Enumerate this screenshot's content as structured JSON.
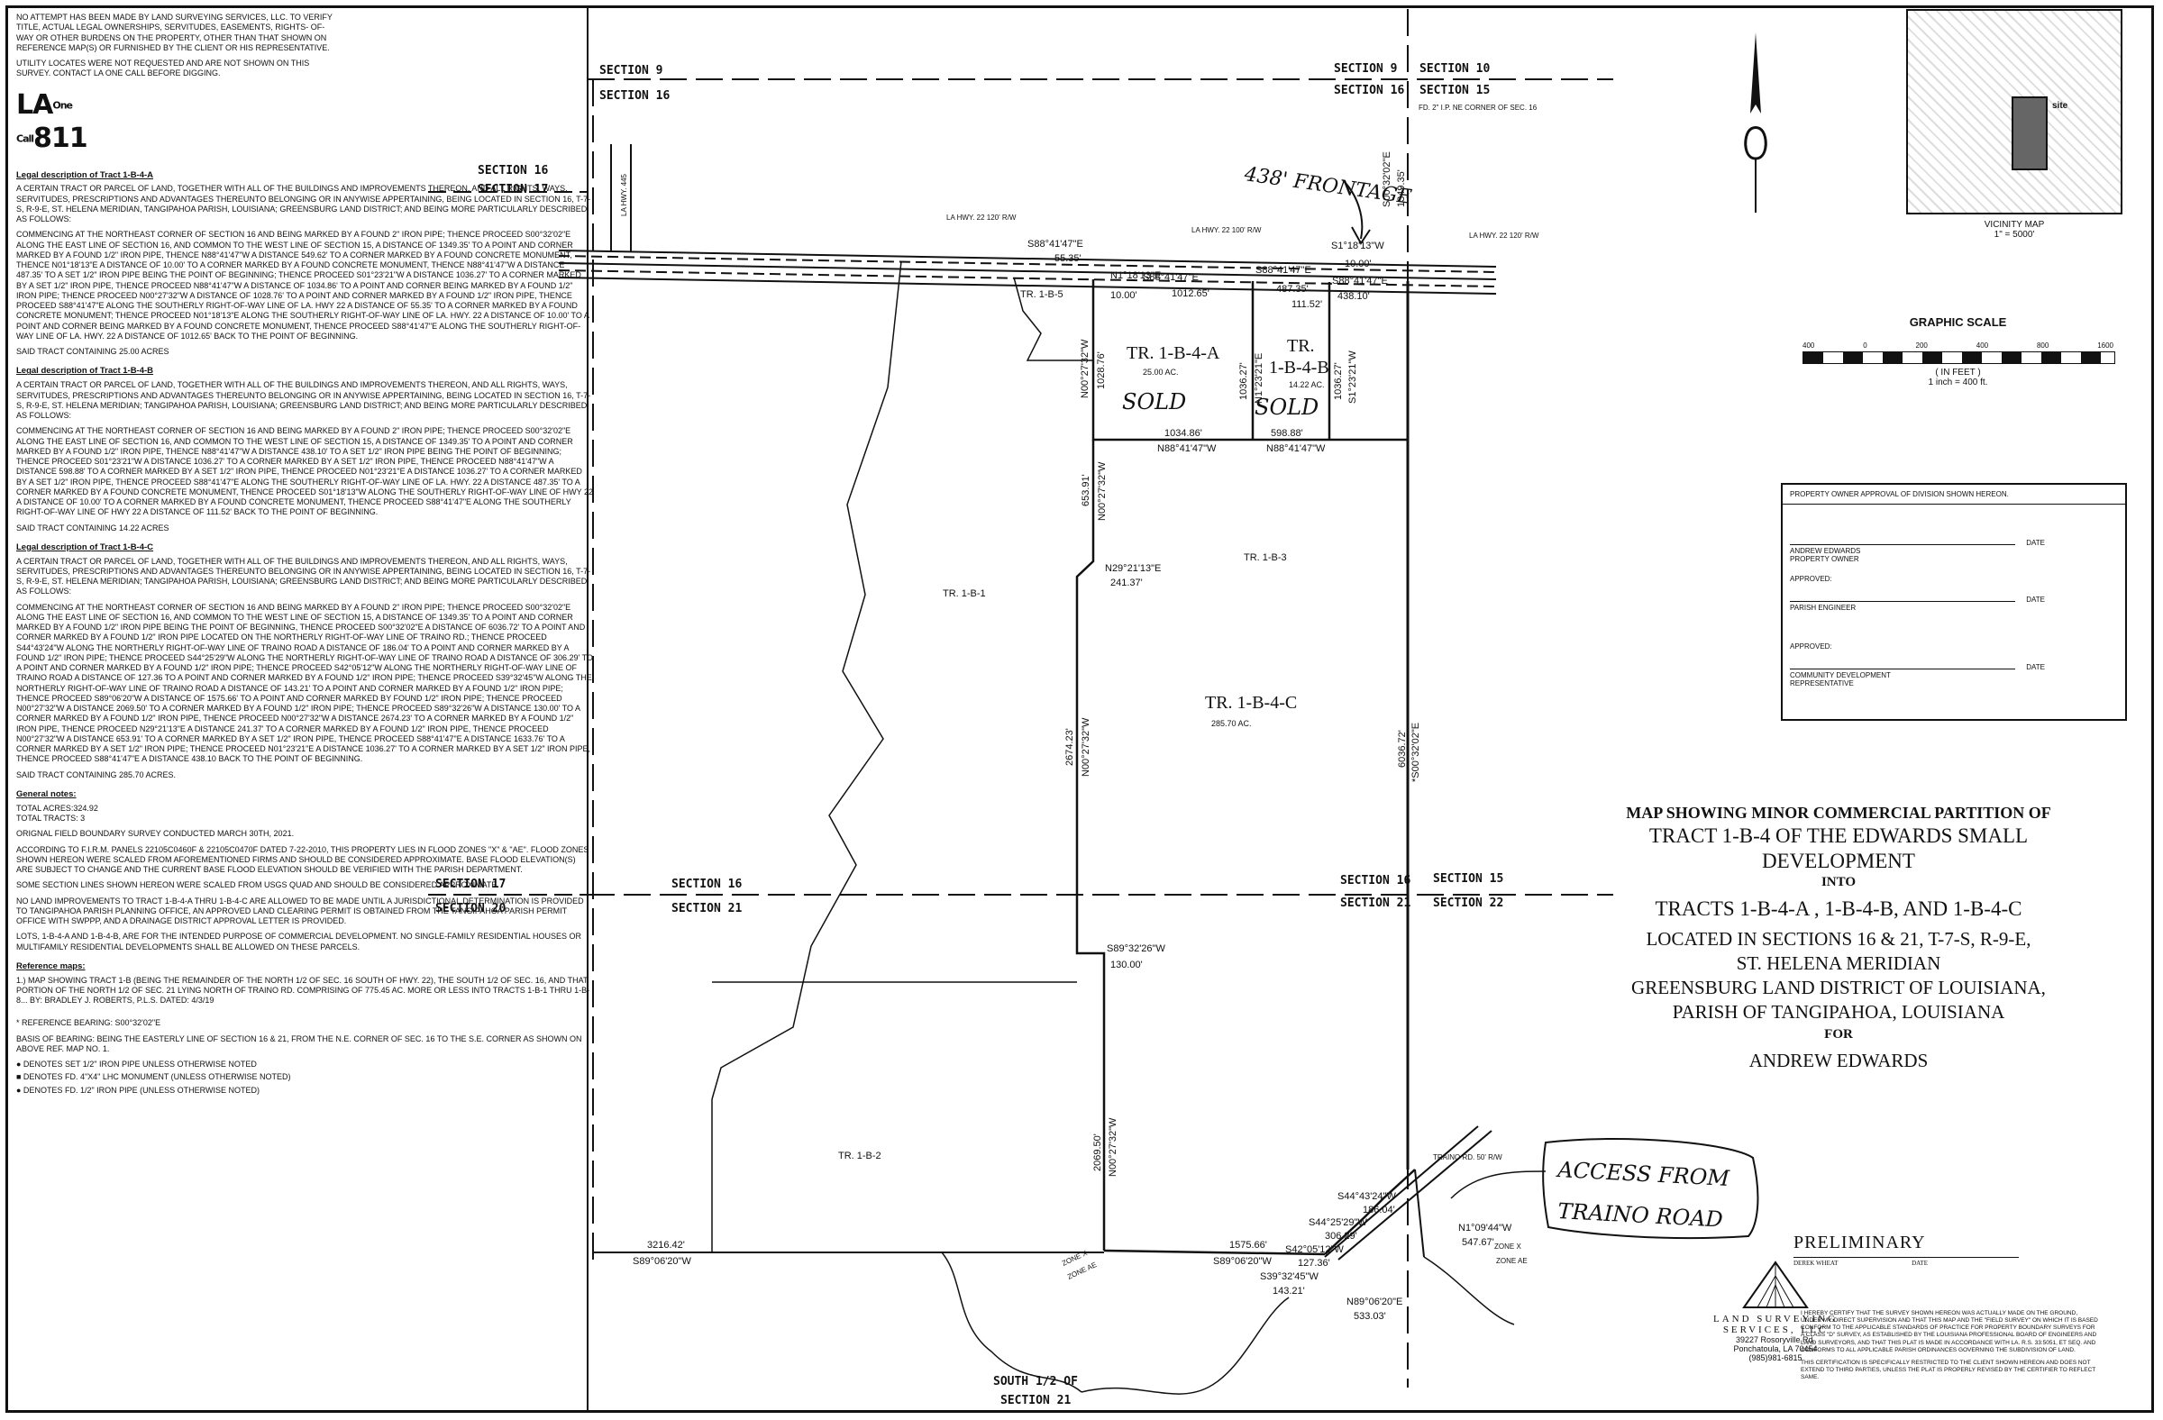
{
  "notes": {
    "disclaimer": "No attempt has been made by Land Surveying Services, LLC. to verify title, actual legal ownerships, servitudes, easements, rights- of-way or other burdens on the property, other than that shown on reference map(s) or furnished by the client or his representative.",
    "utility": "Utility locates were not requested and are not shown on this survey. Contact LA One Call before digging.",
    "logo": "LA One Call 811"
  },
  "legal": {
    "a_heading": "Legal description of Tract 1-B-4-A",
    "a_text": "A certain tract or parcel of land, together with all of the buildings and improvements thereon, and all rights, ways, servitudes, prescriptions and advantages thereunto belonging or in anywise appertaining, being located in Section 16, T-7-S, R-9-E, St. Helena Meridian, Tangipahoa Parish, Louisiana; Greensburg Land District; and being more particularly described as follows:",
    "a_course": "Commencing at the northeast corner of Section 16 and being marked by a found 2\" iron pipe; thence proceed S00°32'02\"E along the east line of Section 16, and common to the west line of Section 15, a distance of 1349.35' to a point and corner marked by a found 1/2\" iron pipe, thence N88°41'47\"W a distance 549.62' to a corner marked by a found concrete monument, thence N01°18'13\"E a distance of 10.00' to a corner marked by a found concrete monument, thence N88°41'47\"W a distance 487.35' to a set 1/2\" iron pipe being the point of beginning; thence proceed S01°23'21\"W a distance 1036.27' to a corner marked by a set 1/2\" iron pipe, thence proceed N88°41'47\"W a distance of 1034.86' to a point and corner being marked by a found 1/2\" iron pipe; thence proceed N00°27'32\"W a distance of 1028.76' to a point and corner marked by a found 1/2\" iron pipe, thence proceed S88°41'47\"E along the southerly right-of-way line of LA. Hwy 22 a distance of 55.35' to a corner marked by a found concrete monument; thence proceed N01°18'13\"E along the southerly right-of-way line of LA. Hwy. 22 a distance of 10.00' to a point and corner being marked by a found concrete monument, thence proceed S88°41'47\"E along the southerly right-of-way line of LA. Hwy. 22 a distance of 1012.65' back to the point of beginning.",
    "a_area": "Said tract containing 25.00 acres",
    "b_heading": "Legal description of Tract 1-B-4-B",
    "b_text": "A certain tract or parcel of land, together with all of the buildings and improvements thereon, and all rights, ways, servitudes, prescriptions and advantages thereunto belonging or in anywise appertaining, being located in Section 16, T-7-S, R-9-E, St. Helena Meridian; Tangipahoa Parish, Louisiana; Greensburg Land District; and being more particularly described as follows:",
    "b_course": "Commencing at the northeast corner of Section 16 and being marked by a found 2\" iron pipe; thence proceed S00°32'02\"E along the east line of Section 16, and common to the west line of Section 15, a distance of 1349.35' to a point and corner marked by a found 1/2\" iron pipe, thence N88°41'47\"W a distance 438.10' to a set 1/2\" iron pipe being the point of beginning; thence proceed S01°23'21\"W a distance 1036.27' to a corner marked by a set 1/2\" iron pipe, thence proceed N88°41'47\"W a distance 598.88' to a corner marked by a set 1/2\" iron pipe, thence proceed N01°23'21\"E a distance 1036.27' to a corner marked by a set 1/2\" iron pipe, thence proceed S88°41'47\"E along the southerly right-of-way line of LA. Hwy. 22 a distance 487.35' to a corner marked by a found concrete monument, thence proceed S01°18'13\"W along the southerly right-of-way line of Hwy 22 a distance of 10.00' to a corner marked by a found concrete monument, thence proceed S88°41'47\"E along the southerly right-of-way line of Hwy 22 a distance of 111.52' back to the point of beginning.",
    "b_area": "Said tract containing 14.22 acres",
    "c_heading": "Legal description of Tract 1-B-4-C",
    "c_text": "A certain tract or parcel of land, together with all of the buildings and improvements thereon, and all rights, ways, servitudes, prescriptions and advantages thereunto belonging or in anywise appertaining, being located in Section 16, T-7-S, R-9-E, St. Helena Meridian; Tangipahoa Parish, Louisiana; Greensburg Land District; and being more particularly described as follows:",
    "c_course": "Commencing at the northeast corner of Section 16 and being marked by a found 2\" iron pipe; thence proceed S00°32'02\"E along the east line of Section 16, and common to the west line of Section 15, a distance of 1349.35' to a point and corner marked by a found 1/2\" iron pipe being the point of beginning, thence proceed S00°32'02\"E a distance of 6036.72' to a point and corner marked by a found 1/2\" iron pipe located on the northerly right-of-way line of Traino Rd.; thence proceed S44°43'24\"W along the northerly right-of-way line of Traino Road a distance of 186.04' to a point and corner marked by a found 1/2\" iron pipe; thence proceed S44°25'29\"W along the northerly right-of-way line of Traino Road a distance of 306.29' to a point and corner marked by a found 1/2\" iron pipe; thence proceed S42°05'12\"W along the northerly right-of-way line of Traino Road a distance of 127.36 to a point and corner marked by a found 1/2\" iron pipe; thence proceed S39°32'45\"W along the northerly right-of-way line of Traino Road a distance of 143.21' to a point and corner marked by a found 1/2\" iron pipe; thence proceed S89°06'20\"W a distance of 1575.66' to a point and corner marked by found 1/2\" iron pipe; thence proceed N00°27'32\"W a distance 2069.50' to a corner marked by a found 1/2\" iron pipe; thence proceed S89°32'26\"W a distance 130.00' to a corner marked by a found 1/2\" iron pipe, thence proceed N00°27'32\"W a distance 2674.23' to a corner marked by a found 1/2\" iron pipe, thence proceed N29°21'13\"E a distance 241.37' to a corner marked by a found 1/2\" iron pipe, thence proceed N00°27'32\"W a distance 653.91' to a corner marked by a set 1/2\" iron pipe, thence proceed S88°41'47\"E a distance 1633.76' to a corner marked by a set 1/2\" iron pipe; thence proceed N01°23'21\"E a distance 1036.27' to a corner marked by a set 1/2\" iron pipe, thence proceed S88°41'47\"E a distance 438.10 back to the point of beginning.",
    "c_area": "Said tract containing 285.70 acres.",
    "general_heading": "General notes:",
    "total_acres": "Total acres:324.92",
    "total_tracts": "Total tracts: 3",
    "survey_date": "Orignal field boundary survey conducted March 30th, 2021.",
    "flood": "According to F.I.R.M. panels 22105C0460F & 22105C0470F dated 7-22-2010, this property lies in flood zones \"X\" & \"AE\". Flood zones shown hereon were scaled from aforementioned firms and should be considered approximate. Base flood elevation(s) are subject to change and the current base flood elevation should be verified with the parish department.",
    "scaled": "Some section lines shown hereon were scaled from USGS quad and should be considered approximate.",
    "improvements": "No land improvements to tract 1-B-4-A thru 1-B-4-C are allowed to be made until a jurisdictional determination is provided to Tangipahoa Parish Planning office, an approved land clearing permit is obtained from the Tangipahoa Parish Permit office with SWPPP, and a drainage district approval letter is provided.",
    "lots": "Lots, 1-B-4-A and 1-B-4-B, are for the intended purpose of commercial development. No single-family residential houses or multifamily residential developments shall be allowed on these parcels.",
    "ref_heading": "Reference maps:",
    "ref1": "1.) Map showing Tract 1-B (being the remainder of the North 1/2 of Sec. 16 South of Hwy. 22), the South 1/2 of Sec. 16, and that portion of the North 1/2 of Sec. 21 lying north of Traino Rd. comprising of 775.45 Ac. more or less into Tracts 1-B-1 thru 1-B-8... by: Bradley J. Roberts, P.L.S. dated: 4/3/19",
    "bearing": "* Reference bearing: S00°32'02\"E",
    "basis": "Basis of bearing: being the easterly line of Section 16 & 21, from the N.E. corner of Sec. 16 to the S.E. corner as shown on above ref. map no. 1.",
    "leg1": "● Denotes set 1/2\" iron pipe unless otherwise noted",
    "leg2": "■ Denotes fd. 4\"x4\" LHC monument (unless otherwise noted)",
    "leg3": "● Denotes fd. 1/2\" iron pipe (unless otherwise noted)"
  },
  "plat": {
    "sections": {
      "s9_left": "SECTION 9",
      "s16_left_top": "SECTION 16",
      "s9_right": "SECTION 9",
      "s10": "SECTION 10",
      "s16_right": "SECTION 16",
      "s15_top": "SECTION 15",
      "s16_mid": "SECTION 16",
      "s17": "SECTION 17",
      "s17_lower": "SECTION 17",
      "s20": "SECTION 20",
      "s16_low": "SECTION 16",
      "s21_low": "SECTION 21",
      "s16_low_r": "SECTION 16",
      "s21_low_r": "SECTION 21",
      "s15_low": "SECTION 15",
      "s22": "SECTION 22",
      "south_half": "SOUTH 1/2 OF",
      "south_half2": "SECTION 21"
    },
    "corner_note": "FD. 2\" I.P. NE CORNER OF SEC. 16",
    "hwy_left": "LA HWY. 22 120' R/W",
    "hwy_mid": "LA HWY. 22 100' R/W",
    "hwy_right": "LA HWY. 22 120' R/W",
    "hwy_vert": "LA HWY. 445",
    "traino": "TRAINO RD. 50' R/W",
    "tract_a": "TR. 1-B-4-A",
    "tract_a_ac": "25.00 AC.",
    "tract_b1": "TR.",
    "tract_b2": "1-B-4-B",
    "tract_b_ac": "14.22 AC.",
    "tract_c": "TR. 1-B-4-C",
    "tract_c_ac": "285.70 AC.",
    "tr_b5": "TR. 1-B-5",
    "tr_b1": "TR. 1-B-1",
    "tr_b3": "TR. 1-B-3",
    "tr_b2": "TR. 1-B-2",
    "zone_x1": "ZONE X",
    "zone_ae1": "ZONE AE",
    "zone_x2": "ZONE X",
    "zone_ae2": "ZONE AE",
    "calls": {
      "c1": "S88°41'47\"E",
      "c1d": "55.35'",
      "c2": "N1°18'13\"E",
      "c2d": "10.00'",
      "c3": "S88°41'47\"E",
      "c3d": "1012.65'",
      "c4": "S88°41'47\"E",
      "c4d": "487.35'",
      "c5": "111.52'",
      "c6": "S1°18'13\"W",
      "c6d": "10.00'",
      "c7": "S88°41'47\"E",
      "c7d": "438.10'",
      "c8": "S00°32'02\"E",
      "c8d": "1349.35'",
      "c9": "N00°27'32\"W",
      "c9d": "1028.76'",
      "c10": "1036.27'",
      "c10b": "N1°23'21\"E",
      "c11": "1036.27'",
      "c11b": "S1°23'21\"W",
      "c12": "1034.86'",
      "c12b": "N88°41'47\"W",
      "c13": "598.88'",
      "c13b": "N88°41'47\"W",
      "c14": "653.91'",
      "c14b": "N00°27'32\"W",
      "c15": "N29°21'13\"E",
      "c15d": "241.37'",
      "c16": "2674.23'",
      "c16b": "N00°27'32\"W",
      "c17": "6036.72'",
      "c17b": "*S00°32'02\"E",
      "c18": "S89°32'26\"W",
      "c18d": "130.00'",
      "c19": "2069.50'",
      "c19b": "N00°27'32\"W",
      "c20": "S44°43'24\"W",
      "c20d": "186.04'",
      "c21": "S44°25'29\"W",
      "c21d": "306.29'",
      "c22": "S42°05'12\"W",
      "c22d": "127.36'",
      "c23": "S39°32'45\"W",
      "c23d": "143.21'",
      "c24": "N1°09'44\"W",
      "c24d": "547.67'",
      "c25": "N89°06'20\"E",
      "c25d": "533.03'",
      "c26": "1575.66'",
      "c26b": "S89°06'20\"W",
      "c27": "3216.42'",
      "c27b": "S89°06'20\"W"
    },
    "hand_frontage": "438' FRONTAGE",
    "hand_sold1": "SOLD",
    "hand_sold2": "SOLD",
    "hand_access1": "ACCESS FROM",
    "hand_access2": "TRAINO ROAD"
  },
  "vicinity": {
    "title": "VICINITY MAP",
    "scale": "1\" = 5000'",
    "site": "site"
  },
  "scale": {
    "title": "GRAPHIC SCALE",
    "t0": "400",
    "t1": "0",
    "t2": "200",
    "t3": "400",
    "t4": "800",
    "t5": "1600",
    "unit": "( IN FEET )",
    "ratio": "1 inch = 400 ft."
  },
  "approval": {
    "heading": "Property owner approval of division shown hereon.",
    "owner": "Andrew Edwards property owner",
    "date": "DATE",
    "approved1": "Approved:",
    "engineer": "Parish Engineer",
    "approved2": "Approved:",
    "community": "Community Development Representative"
  },
  "title": {
    "l1": "MAP SHOWING MINOR COMMERCIAL PARTITION OF",
    "l2": "TRACT 1-B-4 OF THE EDWARDS SMALL",
    "l3": "DEVELOPMENT",
    "l4": "INTO",
    "l5": "TRACTS 1-B-4-A , 1-B-4-B, AND 1-B-4-C",
    "l6": "LOCATED IN SECTIONS 16 & 21, T-7-S, R-9-E,",
    "l7": "ST. HELENA MERIDIAN",
    "l8": "GREENSBURG LAND DISTRICT OF LOUISIANA,",
    "l9": "PARISH OF TANGIPAHOA, LOUISIANA",
    "l10": "FOR",
    "l11": "ANDREW EDWARDS"
  },
  "footer": {
    "preliminary": "PRELIMINARY",
    "signer": "Derek Wheat",
    "date": "DATE",
    "company1": "LAND SURVEYING",
    "company2": "SERVICES, LLC",
    "addr1": "39227 Rosoryville Rd.",
    "addr2": "Ponchatoula, LA 70454",
    "phone": "(985)981-6815",
    "cert": "I hereby certify that the survey shown hereon was actually made on the ground, under my direct supervision and that this map and the \"field survey\" on which it is based conform to the applicable standards of practice for property boundary surveys for a class \"D\" survey, as established by the Louisiana Professional Board of Engineers and Land Surveyors, and that this plat is made in accordance with LA. R.S. 33:5051, et seq. and conforms to all applicable parish ordinances governing the subdivision of land.",
    "cert2": "This certification is specifically restricted to the client shown hereon and does not extend to third parties, unless the plat is properly revised by the certifier to reflect same."
  }
}
